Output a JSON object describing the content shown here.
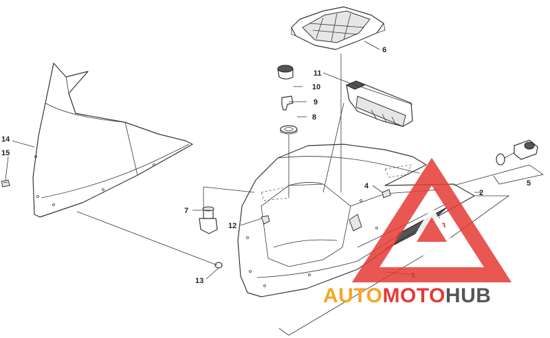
{
  "callouts": {
    "c1": "1",
    "c2": "2",
    "c3": "3",
    "c4": "4",
    "c5": "5",
    "c6": "6",
    "c7": "7",
    "c8": "8",
    "c9": "9",
    "c10": "10",
    "c11": "11",
    "c12": "12",
    "c13": "13",
    "c14": "14",
    "c15": "15"
  },
  "watermark": {
    "word_auto": "AUTO",
    "word_moto": "MOTO",
    "word_hub": "HUB",
    "color_auto": "#f5a623",
    "color_moto": "#e53935",
    "color_hub": "#555555",
    "triangle_color": "#e53935"
  }
}
